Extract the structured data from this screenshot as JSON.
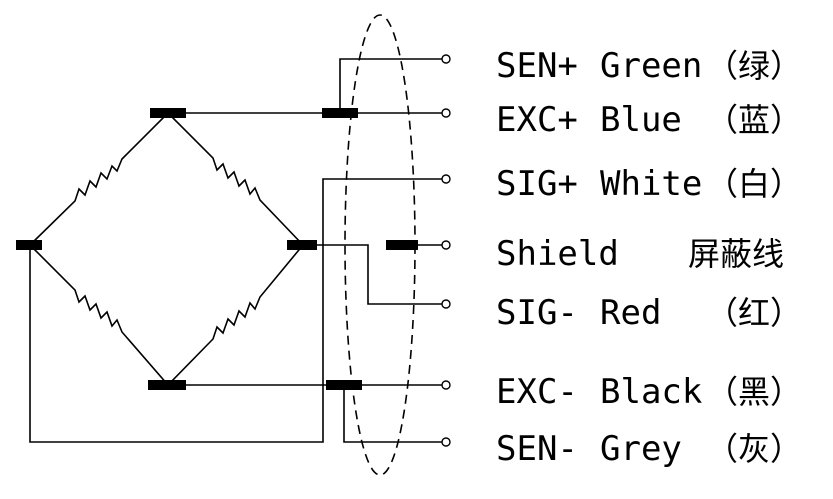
{
  "wires": [
    {
      "code": "SEN+",
      "color_en": "Green",
      "color_cn": "（绿）"
    },
    {
      "code": "EXC+",
      "color_en": "Blue",
      "color_cn": "（蓝）"
    },
    {
      "code": "SIG+",
      "color_en": "White",
      "color_cn": "（白）"
    },
    {
      "code": "Shield",
      "color_en": "",
      "color_cn": "屏蔽线"
    },
    {
      "code": "SIG-",
      "color_en": "Red",
      "color_cn": "（红）"
    },
    {
      "code": "EXC-",
      "color_en": "Black",
      "color_cn": "（黑）"
    },
    {
      "code": "SEN-",
      "color_en": "Grey",
      "color_cn": "（灰）"
    }
  ],
  "colors": {
    "line": "#000000",
    "background": "#ffffff"
  }
}
